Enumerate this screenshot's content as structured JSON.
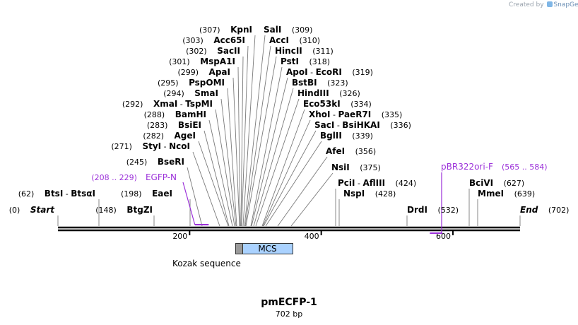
{
  "credit": {
    "prefix": "Created by",
    "brand": "SnapGene"
  },
  "map": {
    "name": "pmECFP-1",
    "length_label": "702 bp",
    "length": 702,
    "ticks": [
      200,
      400,
      600
    ]
  },
  "sites": [
    {
      "pos_label": "(307)",
      "name": "KpnI",
      "pos": 307
    },
    {
      "pos_label": "(309)",
      "name": "SalI",
      "pos": 309
    },
    {
      "pos_label": "(303)",
      "name": "Acc65I",
      "pos": 303
    },
    {
      "pos_label": "(310)",
      "name": "AccI",
      "pos": 310
    },
    {
      "pos_label": "(302)",
      "name": "SacII",
      "pos": 302
    },
    {
      "pos_label": "(311)",
      "name": "HincII",
      "pos": 311
    },
    {
      "pos_label": "(301)",
      "name": "MspA1I",
      "pos": 301
    },
    {
      "pos_label": "(318)",
      "name": "PstI",
      "pos": 318
    },
    {
      "pos_label": "(299)",
      "name": "ApaI",
      "pos": 299
    },
    {
      "pos_label": "(319)",
      "name": "ApoI",
      "name2": "EcoRI",
      "pos": 319
    },
    {
      "pos_label": "(295)",
      "name": "PspOMI",
      "pos": 295
    },
    {
      "pos_label": "(323)",
      "name": "BstBI",
      "pos": 323
    },
    {
      "pos_label": "(294)",
      "name": "SmaI",
      "pos": 294
    },
    {
      "pos_label": "(326)",
      "name": "HindIII",
      "pos": 326
    },
    {
      "pos_label": "(292)",
      "name": "XmaI",
      "name2": "TspMI",
      "pos": 292
    },
    {
      "pos_label": "(334)",
      "name": "Eco53kI",
      "pos": 334
    },
    {
      "pos_label": "(288)",
      "name": "BamHI",
      "pos": 288
    },
    {
      "pos_label": "(335)",
      "name": "XhoI",
      "name2": "PaeR7I",
      "pos": 335
    },
    {
      "pos_label": "(283)",
      "name": "BsiEI",
      "pos": 283
    },
    {
      "pos_label": "(336)",
      "name": "SacI",
      "name2": "BsiHKAI",
      "pos": 336
    },
    {
      "pos_label": "(282)",
      "name": "AgeI",
      "pos": 282
    },
    {
      "pos_label": "(339)",
      "name": "BglII",
      "pos": 339
    },
    {
      "pos_label": "(271)",
      "name": "StyI",
      "name2": "NcoI",
      "pos": 271
    },
    {
      "pos_label": "(356)",
      "name": "AfeI",
      "pos": 356
    },
    {
      "pos_label": "(245)",
      "name": "BseRI",
      "pos": 245
    },
    {
      "pos_label": "(375)",
      "name": "NsiI",
      "pos": 375
    },
    {
      "pos_label": "(424)",
      "name": "PciI",
      "name2": "AflIII",
      "pos": 424
    },
    {
      "pos_label": "(428)",
      "name": "NspI",
      "pos": 428
    },
    {
      "pos_label": "(62)",
      "name": "BtsI",
      "name2": "BtsαI",
      "pos": 62
    },
    {
      "pos_label": "(198)",
      "name": "EaeI",
      "pos": 198
    },
    {
      "pos_label": "(148)",
      "name": "BtgZI",
      "pos": 148
    },
    {
      "pos_label": "(532)",
      "name": "DrdI",
      "pos": 532
    },
    {
      "pos_label": "(627)",
      "name": "BciVI",
      "pos": 627
    },
    {
      "pos_label": "(639)",
      "name": "MmeI",
      "pos": 639
    },
    {
      "pos_label": "(0)",
      "name": "Start",
      "pos": 0
    },
    {
      "pos_label": "(702)",
      "name": "End",
      "pos": 702
    }
  ],
  "primers": [
    {
      "pos_label": "(208 .. 229)",
      "name": "EGFP-N",
      "start": 208,
      "end": 229,
      "color": "#9b30d9"
    },
    {
      "pos_label": "(565 .. 584)",
      "name": "pBR322ori-F",
      "start": 565,
      "end": 584,
      "color": "#9b30d9"
    }
  ],
  "features": [
    {
      "label": "MCS",
      "start": 270,
      "end": 357,
      "color": "#aad2ff"
    },
    {
      "label": "Kozak sequence",
      "start": 270,
      "end": 279,
      "color": "#9a9a9a"
    }
  ]
}
